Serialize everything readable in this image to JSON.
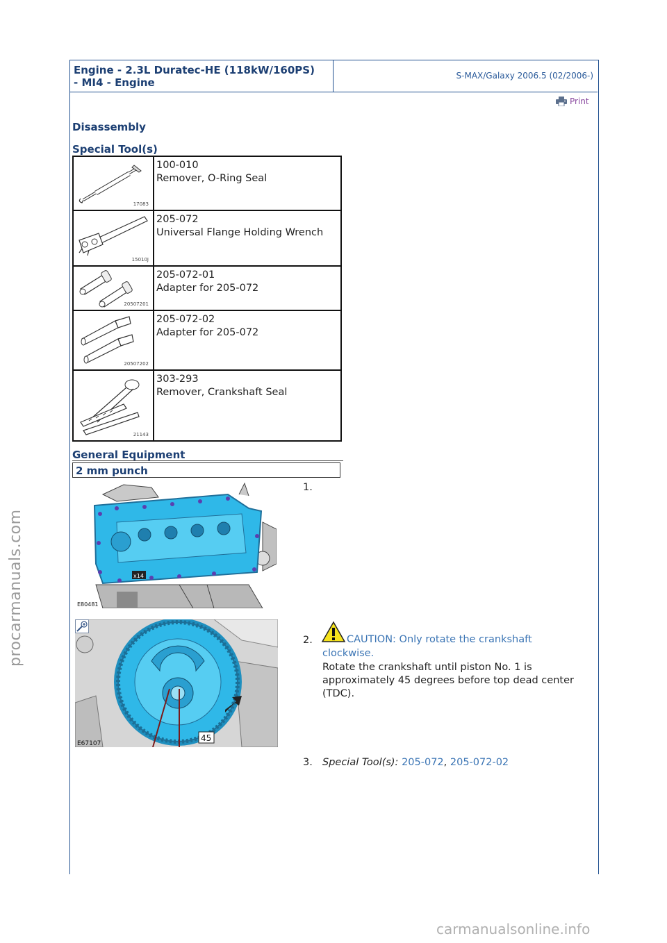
{
  "header": {
    "title_line1": "Engine - 2.3L Duratec-HE (118kW/160PS)",
    "title_line2": "- MI4 - Engine",
    "model": "S-MAX/Galaxy 2006.5 (02/2006-)"
  },
  "print_label": "Print",
  "section_title": "Disassembly",
  "special_tools_title": "Special Tool(s)",
  "tools": [
    {
      "code": "100-010",
      "name": "Remover, O-Ring Seal",
      "image_code": "17083"
    },
    {
      "code": "205-072",
      "name": "Universal Flange Holding Wrench",
      "image_code": "15010J"
    },
    {
      "code": "205-072-01",
      "name": "Adapter for 205-072",
      "image_code": "20507201"
    },
    {
      "code": "205-072-02",
      "name": "Adapter for 205-072",
      "image_code": "20507202"
    },
    {
      "code": "303-293",
      "name": "Remover, Crankshaft Seal",
      "image_code": "21143"
    }
  ],
  "general_equipment_title": "General Equipment",
  "general_equipment": [
    "2 mm punch"
  ],
  "steps": [
    {
      "number": "1.",
      "image_code": "E80481",
      "callout": "x14"
    },
    {
      "number": "2.",
      "caution": "CAUTION: Only rotate the crankshaft",
      "caution_cont": "clockwise.",
      "text1": "Rotate the crankshaft until piston No. 1 is",
      "text2": "approximately 45 degrees before top dead center",
      "text3": "(TDC).",
      "image_code": "E67107",
      "callout": "45"
    },
    {
      "number": "3.",
      "label": "Special Tool(s):",
      "tool1": "205-072",
      "sep": ",",
      "tool2": "205-072-02"
    }
  ],
  "watermarks": {
    "left": "procarmanuals.com",
    "bottom": "carmanualsonline.info"
  },
  "colors": {
    "heading": "#1c3f73",
    "link": "#3a74b4",
    "frame": "#1f4f8f",
    "part_highlight": "#2fb8e8"
  }
}
